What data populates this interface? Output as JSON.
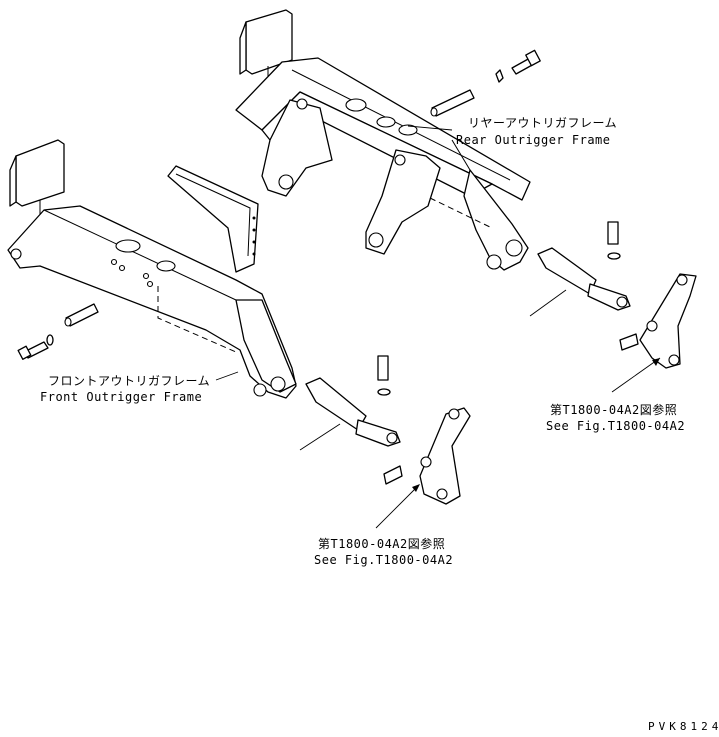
{
  "labels": {
    "rear_frame_jp": "リヤーアウトリガフレーム",
    "rear_frame_en": "Rear Outrigger Frame",
    "front_frame_jp": "フロントアウトリガフレーム",
    "front_frame_en": "Front Outrigger Frame",
    "ref_right_jp": "第T1800-04A2図参照",
    "ref_right_en": "See Fig.T1800-04A2",
    "ref_center_jp": "第T1800-04A2図参照",
    "ref_center_en": "See Fig.T1800-04A2"
  },
  "drawing_code": "PVK8124",
  "colors": {
    "line": "#000000",
    "background": "#ffffff"
  }
}
